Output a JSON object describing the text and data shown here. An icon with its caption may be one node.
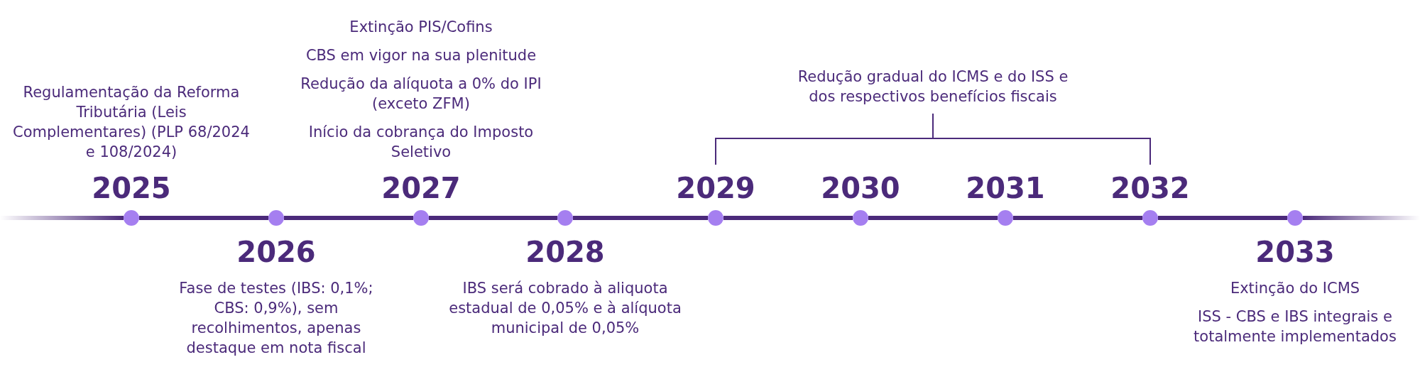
{
  "diagram": {
    "nodes": [
      {
        "text": [
          "2025"
        ],
        "beside": [
          "Regulamentação da Reforma Tributária (Leis Complementares) (PLP 68/2024 e 108/2024)"
        ]
      },
      {
        "text": [
          "2026"
        ],
        "beside": [
          "Fase de testes (IBS: 0,1%; CBS: 0,9%), sem recolhimentos, apenas destaque em nota fiscal"
        ]
      },
      {
        "text": [
          "2027"
        ],
        "beside": [
          "Extinção PIS/Cofins",
          "CBS em vigor na sua plenitude",
          "Redução da alíquota a 0% do IPI (exceto ZFM)",
          "Início da cobrança do Imposto Seletivo"
        ]
      },
      {
        "text": [
          "2028"
        ],
        "beside": [
          "IBS será cobrado à aliquota estadual de 0,05% e à alíquota municipal de 0,05%"
        ]
      },
      {
        "text": [
          "2029"
        ]
      },
      {
        "text": [
          "2030"
        ]
      },
      {
        "text": [
          "2031"
        ]
      },
      {
        "text": [
          "2032"
        ]
      },
      {
        "text": [
          "2033"
        ],
        "beside": [
          "Extinção do ICMS",
          "ISS - CBS e IBS integrais e totalmente implementados"
        ]
      }
    ],
    "edges": [
      {
        "from": 0,
        "to": 1,
        "arrow": "none"
      },
      {
        "from": 1,
        "to": 2,
        "arrow": "none"
      },
      {
        "from": 2,
        "to": 3,
        "arrow": "none"
      },
      {
        "from": 3,
        "to": 4,
        "arrow": "none"
      },
      {
        "from": 4,
        "to": 5,
        "arrow": "none"
      },
      {
        "from": 5,
        "to": 6,
        "arrow": "none"
      },
      {
        "from": 6,
        "to": 7,
        "arrow": "none"
      },
      {
        "from": 7,
        "to": 8,
        "arrow": "none"
      }
    ],
    "labels": [
      "Redução gradual do ICMS e do ISS e dos respectivos benefícios fiscais"
    ]
  }
}
